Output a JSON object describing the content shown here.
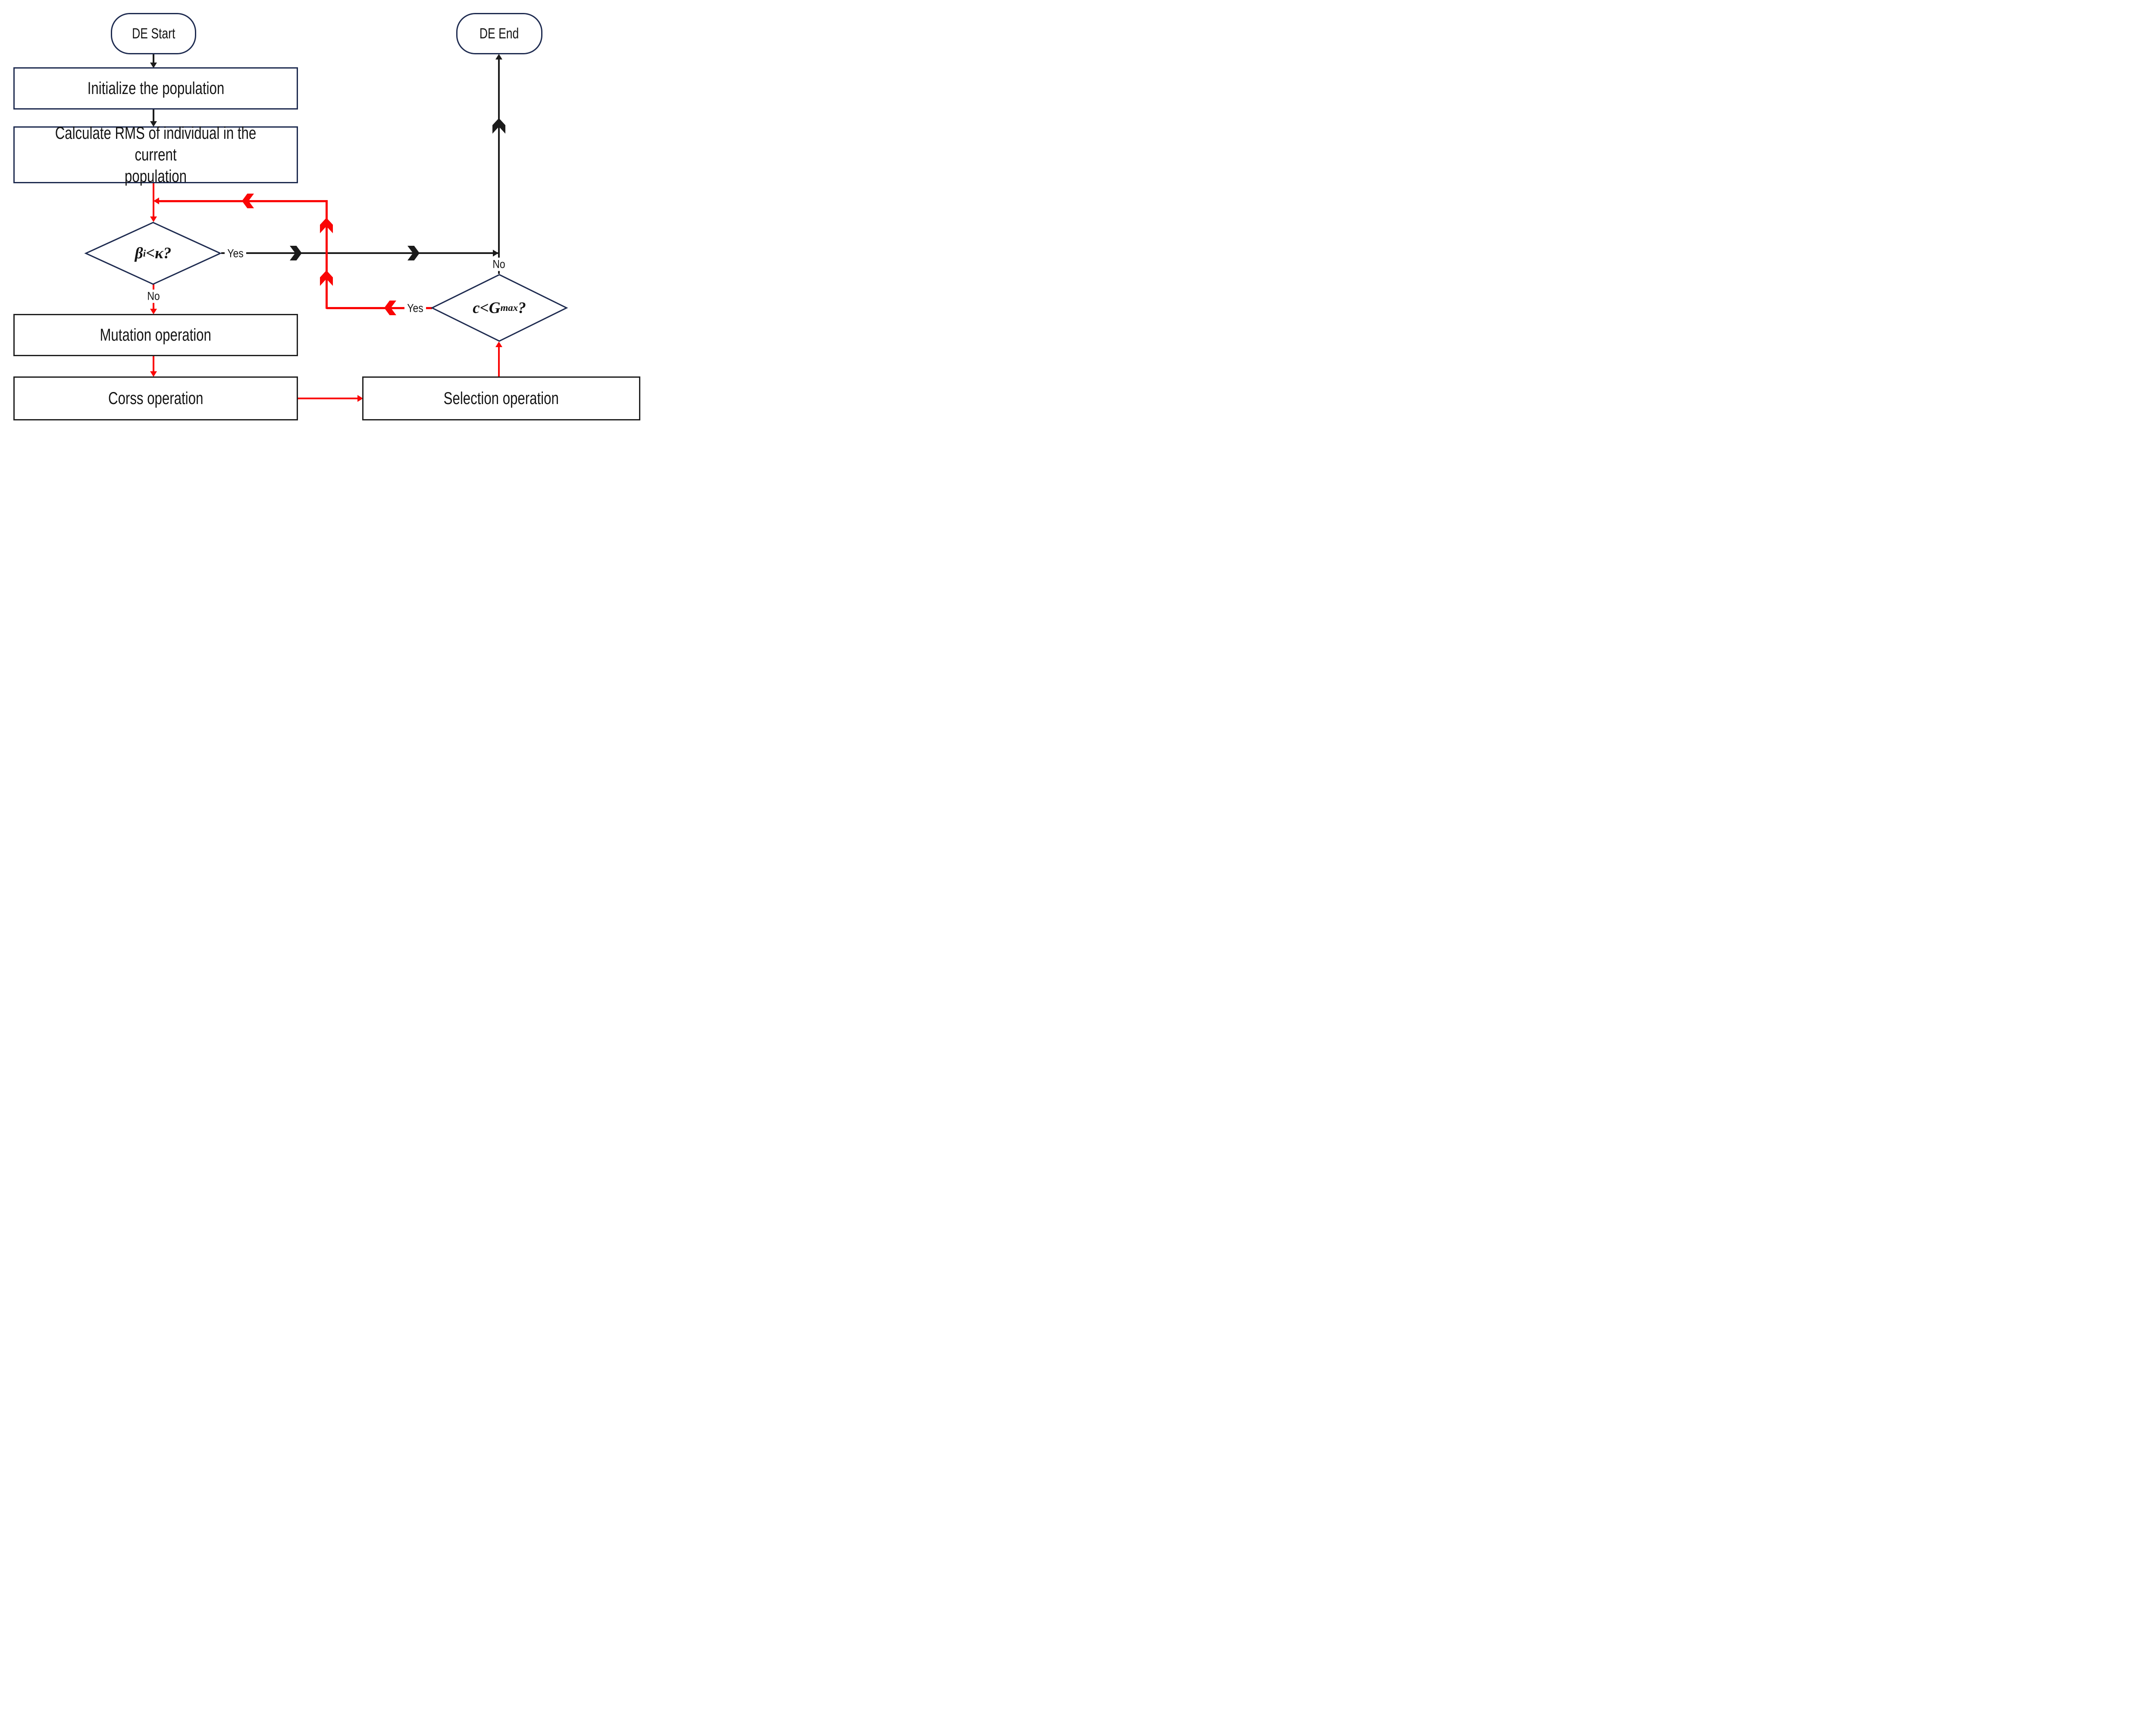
{
  "nodes": {
    "start": {
      "label": "DE Start"
    },
    "end": {
      "label": "DE End"
    },
    "init": {
      "label": "Initialize the population"
    },
    "calc": {
      "label": "Calculate RMS of individual in the current\npopulation"
    },
    "decision1": {
      "lhs": "β",
      "lhs_sub": "i",
      "rhs": "<κ?"
    },
    "mutation": {
      "label": "Mutation operation"
    },
    "cross": {
      "label": "Corss operation"
    },
    "selection": {
      "label": "Selection operation"
    },
    "decision2": {
      "lhs": "c<G",
      "lhs_sub": "max",
      "rhs": "?"
    }
  },
  "edge_labels": {
    "d1_yes": "Yes",
    "d1_no": "No",
    "d2_yes": "Yes",
    "d2_no": "No"
  },
  "colors": {
    "node_border": "#1e2b50",
    "process_border": "#1f1f1f",
    "flow_black": "#1b1b1b",
    "flow_red": "#fa0505",
    "text": "#141414",
    "background": "#ffffff"
  }
}
